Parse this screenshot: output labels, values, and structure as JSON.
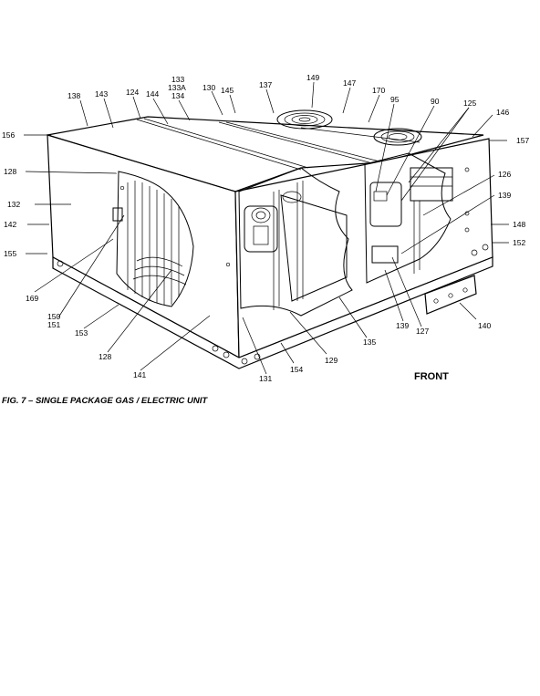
{
  "figure": {
    "caption": "FIG. 7 – SINGLE PACKAGE GAS / ELECTRIC UNIT",
    "front_label": "FRONT"
  },
  "callouts": [
    {
      "id": "c138",
      "text": "138"
    },
    {
      "id": "c143",
      "text": "143"
    },
    {
      "id": "c124",
      "text": "124"
    },
    {
      "id": "c144",
      "text": "144"
    },
    {
      "id": "c133",
      "text": "133"
    },
    {
      "id": "c133a",
      "text": "133A"
    },
    {
      "id": "c134",
      "text": "134"
    },
    {
      "id": "c130",
      "text": "130"
    },
    {
      "id": "c145",
      "text": "145"
    },
    {
      "id": "c137",
      "text": "137"
    },
    {
      "id": "c149",
      "text": "149"
    },
    {
      "id": "c147",
      "text": "147"
    },
    {
      "id": "c170",
      "text": "170"
    },
    {
      "id": "c95",
      "text": "95"
    },
    {
      "id": "c90",
      "text": "90"
    },
    {
      "id": "c125",
      "text": "125"
    },
    {
      "id": "c146",
      "text": "146"
    },
    {
      "id": "c156",
      "text": "156"
    },
    {
      "id": "c157",
      "text": "157"
    },
    {
      "id": "c128a",
      "text": "128"
    },
    {
      "id": "c126",
      "text": "126"
    },
    {
      "id": "c132",
      "text": "132"
    },
    {
      "id": "c139a",
      "text": "139"
    },
    {
      "id": "c142",
      "text": "142"
    },
    {
      "id": "c148",
      "text": "148"
    },
    {
      "id": "c155",
      "text": "155"
    },
    {
      "id": "c152",
      "text": "152"
    },
    {
      "id": "c169",
      "text": "169"
    },
    {
      "id": "c150",
      "text": "150"
    },
    {
      "id": "c151",
      "text": "151"
    },
    {
      "id": "c153",
      "text": "153"
    },
    {
      "id": "c128b",
      "text": "128"
    },
    {
      "id": "c141",
      "text": "141"
    },
    {
      "id": "c131",
      "text": "131"
    },
    {
      "id": "c154",
      "text": "154"
    },
    {
      "id": "c129",
      "text": "129"
    },
    {
      "id": "c135",
      "text": "135"
    },
    {
      "id": "c139b",
      "text": "139"
    },
    {
      "id": "c127",
      "text": "127"
    },
    {
      "id": "c140",
      "text": "140"
    }
  ]
}
